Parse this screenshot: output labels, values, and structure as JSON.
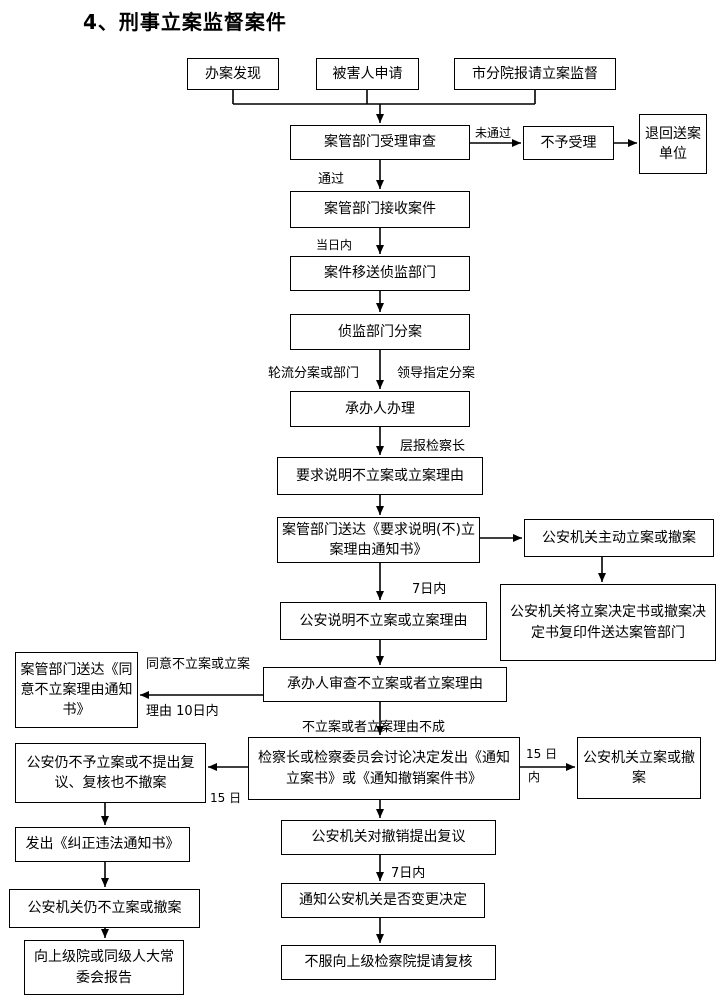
{
  "title": "4、刑事立案监督案件",
  "boxes": {
    "src1": "办案发现",
    "src2": "被害人申请",
    "src3": "市分院报请立案监督",
    "review": "案管部门受理审查",
    "reject": "不予受理",
    "return": "退回送案单位",
    "receive": "案管部门接收案件",
    "transfer": "案件移送侦监部门",
    "assign": "侦监部门分案",
    "handler": "承办人办理",
    "request": "要求说明不立案或立案理由",
    "deliver": "案管部门送达《要求说明(不)立案理由通知书》",
    "police_active": "公安机关主动立案或撤案",
    "police_copy": "公安机关将立案决定书或撤案决定书复印件送达案管部门",
    "police_explain": "公安说明不立案或立案理由",
    "handler_review": "承办人审查不立案或者立案理由",
    "agree_notice": "案管部门送达《同意不立案理由通知书》",
    "decide": "检察长或检察委员会讨论决定发出《通知立案书》或《通知撤销案件书》",
    "police_do": "公安机关立案或撤案",
    "still_no": "公安仍不予立案或不提出复议、复核也不撤案",
    "correct": "发出《纠正违法通知书》",
    "still_no2": "公安机关仍不立案或撤案",
    "report": "向上级院或同级人大常委会报告",
    "reconsider": "公安机关对撤销提出复议",
    "notify": "通知公安机关是否变更决定",
    "appeal": "不服向上级检察院提请复核"
  },
  "labels": {
    "not_pass": "未通过",
    "pass": "通过",
    "same_day": "当日内",
    "rotate": "轮流分案或部门",
    "leader": "领导指定分案",
    "layer": "层报检察长",
    "days7a": "7日内",
    "agree": "同意不立案或立案",
    "reason10": "理由 10日内",
    "reason_fail": "不立案或者立案理由不成",
    "days15a": "15 日",
    "days15a_2": "内",
    "days15b": "15 日",
    "days7b": "7日内"
  }
}
